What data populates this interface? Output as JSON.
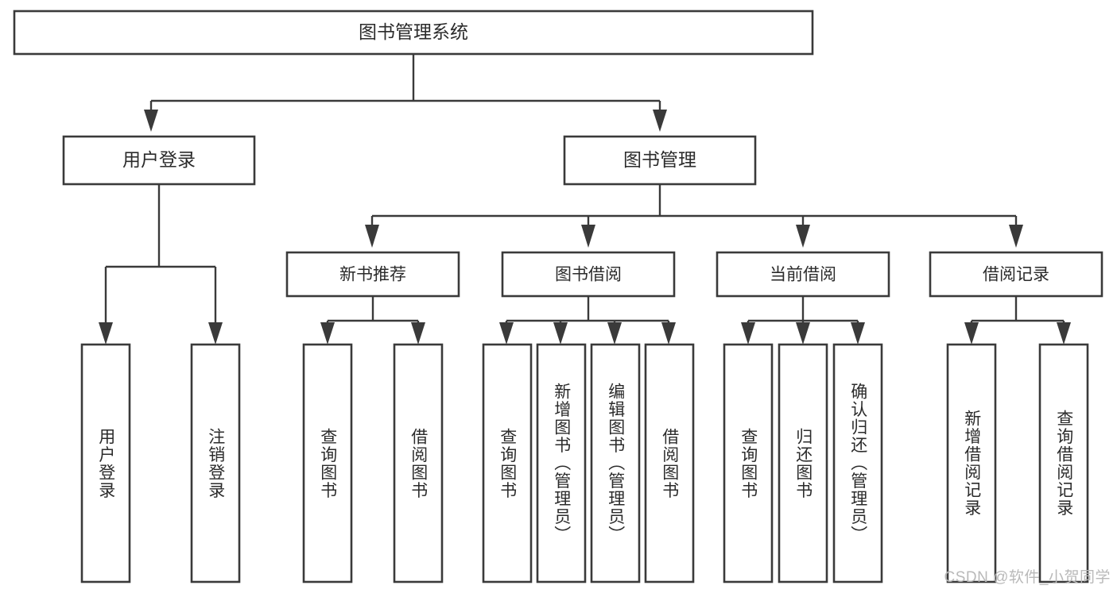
{
  "diagram": {
    "title": "图书管理系统",
    "watermark": "CSDN @软件_小贺同学",
    "colors": {
      "stroke": "#3a3a3a",
      "box_fill": "#ffffff",
      "text": "#2b2b2b",
      "background": "#ffffff",
      "watermark": "#b9b9b9"
    },
    "root": {
      "label": "图书管理系统"
    },
    "level2": [
      {
        "label": "用户登录"
      },
      {
        "label": "图书管理"
      }
    ],
    "level3": [
      {
        "label": "新书推荐"
      },
      {
        "label": "图书借阅"
      },
      {
        "label": "当前借阅"
      },
      {
        "label": "借阅记录"
      }
    ],
    "leaves": {
      "user_login": [
        {
          "label": "用户登录"
        },
        {
          "label": "注销登录"
        }
      ],
      "new_book_recommend": [
        {
          "label": "查询图书"
        },
        {
          "label": "借阅图书"
        }
      ],
      "book_borrow": [
        {
          "label": "查询图书"
        },
        {
          "label": "新增图书（管理员）"
        },
        {
          "label": "编辑图书（管理员）"
        },
        {
          "label": "借阅图书"
        }
      ],
      "current_borrow": [
        {
          "label": "查询图书"
        },
        {
          "label": "归还图书"
        },
        {
          "label": "确认归还（管理员）"
        }
      ],
      "borrow_record": [
        {
          "label": "新增借阅记录"
        },
        {
          "label": "查询借阅记录"
        }
      ]
    }
  }
}
